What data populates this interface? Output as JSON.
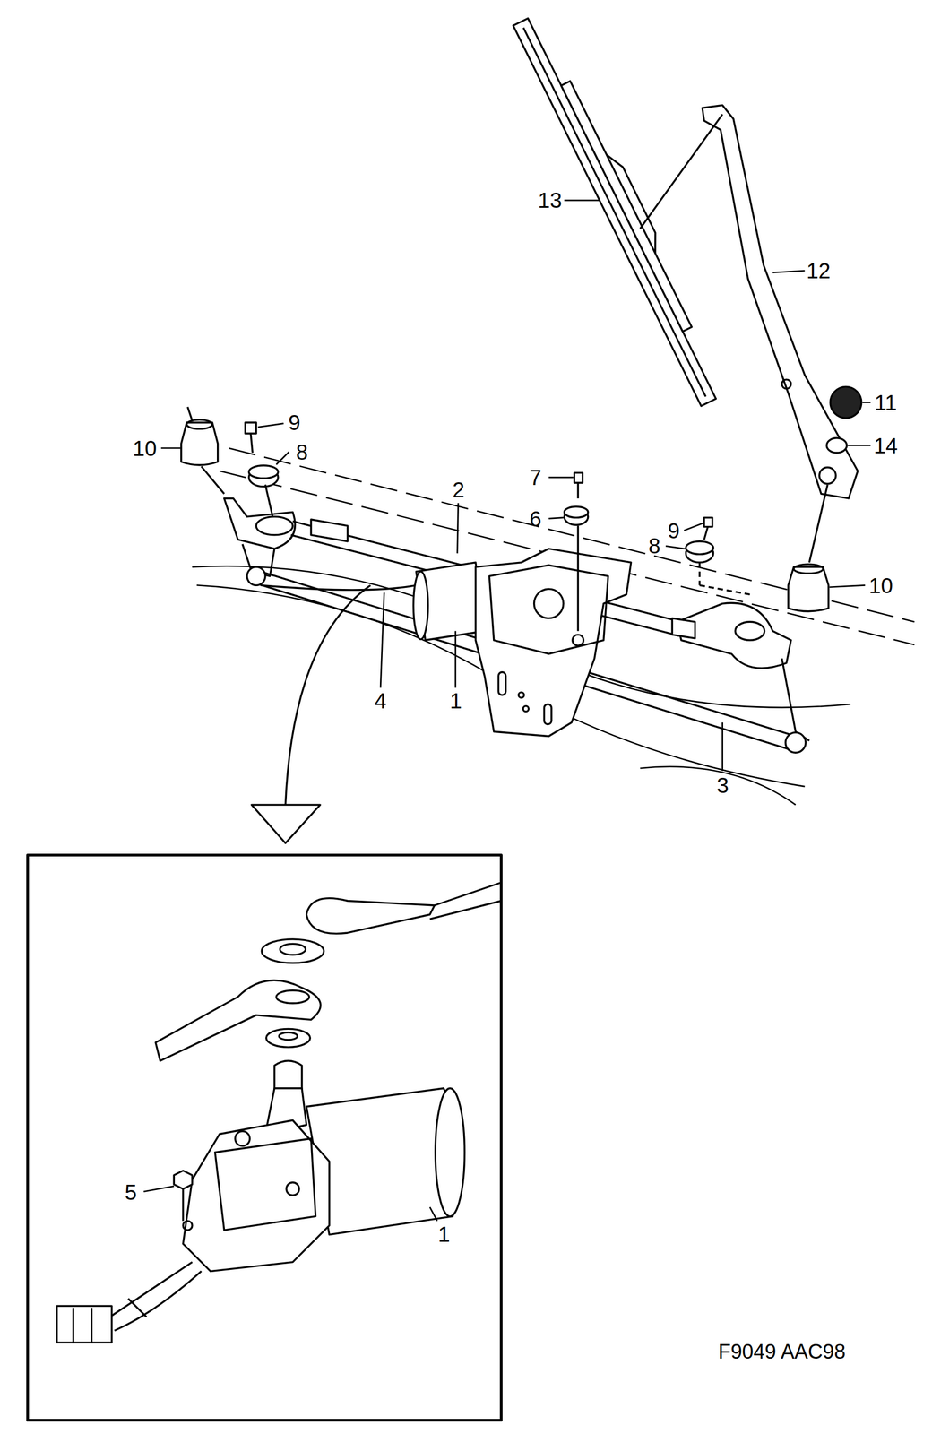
{
  "diagram": {
    "labels": [
      "13",
      "12",
      "11",
      "9",
      "10",
      "14",
      "2",
      "7",
      "8",
      "6",
      "9",
      "8",
      "10",
      "4",
      "1",
      "3",
      "5",
      "1",
      "F9049 AAC98"
    ]
  }
}
